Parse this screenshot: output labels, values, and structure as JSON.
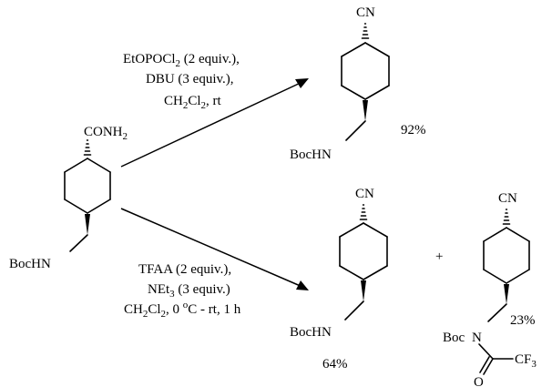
{
  "starting_material": {
    "top_group_main": "CONH",
    "top_group_sub": "2",
    "bottom_group": "BocHN"
  },
  "reaction_top": {
    "line1_a": "EtOPOCl",
    "line1_sub": "2",
    "line1_b": " (2 equiv.),",
    "line2": "DBU (3 equiv.),",
    "line3_a": "CH",
    "line3_sub1": "2",
    "line3_b": "Cl",
    "line3_sub2": "2",
    "line3_c": ", rt"
  },
  "product_top": {
    "top_group": "CN",
    "bottom_group": "BocHN",
    "yield": "92%"
  },
  "reaction_bottom": {
    "line1": "TFAA (2 equiv.),",
    "line2_a": "NEt",
    "line2_sub": "3",
    "line2_b": " (3 equiv.)",
    "line3_a": "CH",
    "line3_sub1": "2",
    "line3_b": "Cl",
    "line3_sub2": "2",
    "line3_c": ", 0 ",
    "line3_sup": "o",
    "line3_d": "C - rt, 1 h"
  },
  "product_bottom_1": {
    "top_group": "CN",
    "bottom_group": "BocHN",
    "yield": "64%"
  },
  "plus_sign": "+",
  "product_bottom_2": {
    "top_group": "CN",
    "n_boc": "Boc",
    "n_atom": "N",
    "oxygen": "O",
    "cf3_main": "CF",
    "cf3_sub": "3",
    "yield": "23%"
  }
}
